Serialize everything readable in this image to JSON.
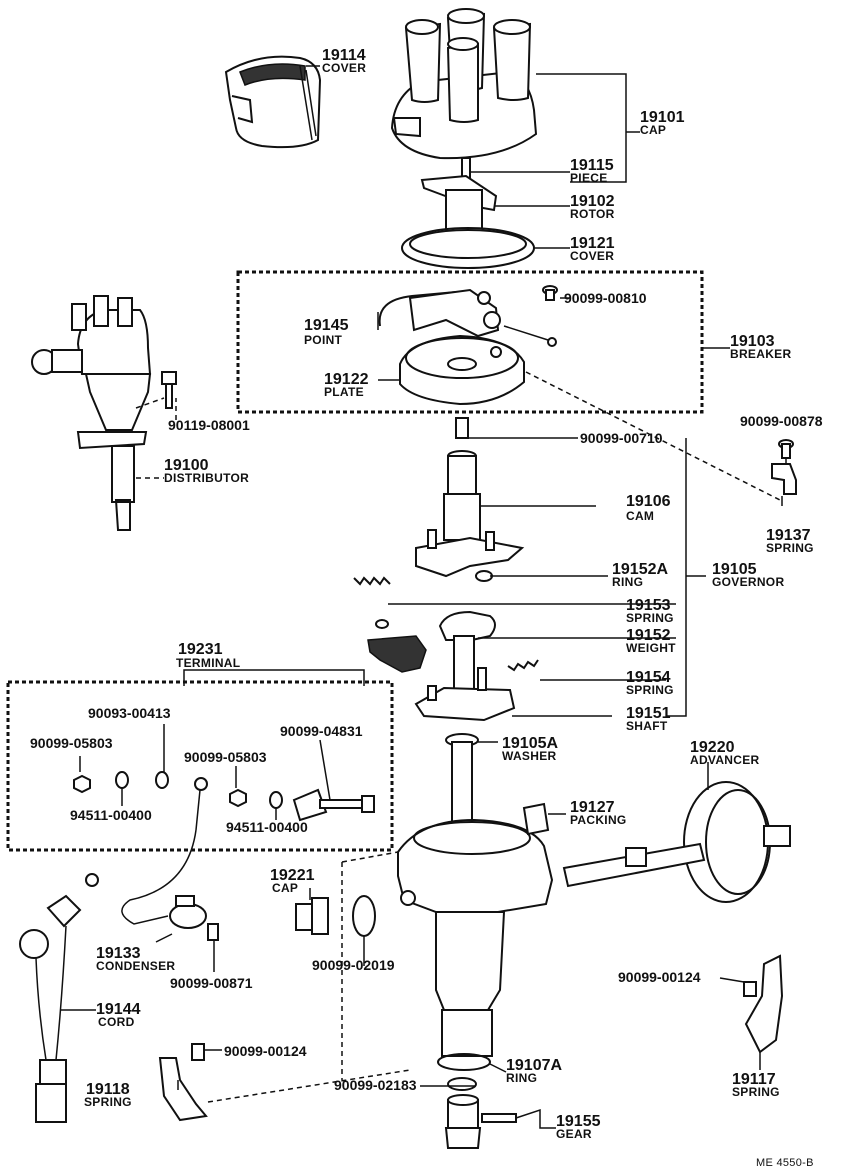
{
  "parts": {
    "p19114": {
      "number": "19114",
      "name": "COVER"
    },
    "p19101": {
      "number": "19101",
      "name": "CAP"
    },
    "p19115": {
      "number": "19115",
      "name": "PIECE"
    },
    "p19102": {
      "number": "19102",
      "name": "ROTOR"
    },
    "p19121": {
      "number": "19121",
      "name": "COVER"
    },
    "p19103": {
      "number": "19103",
      "name": "BREAKER"
    },
    "p19145": {
      "number": "19145",
      "name": "POINT"
    },
    "p19122": {
      "number": "19122",
      "name": "PLATE"
    },
    "p19100": {
      "number": "19100",
      "name": "DISTRIBUTOR"
    },
    "p19106": {
      "number": "19106",
      "name": "CAM"
    },
    "p19137": {
      "number": "19137",
      "name": "SPRING"
    },
    "p19152A": {
      "number": "19152A",
      "name": "RING"
    },
    "p19105": {
      "number": "19105",
      "name": "GOVERNOR"
    },
    "p19153": {
      "number": "19153",
      "name": "SPRING"
    },
    "p19152": {
      "number": "19152",
      "name": "WEIGHT"
    },
    "p19154": {
      "number": "19154",
      "name": "SPRING"
    },
    "p19151": {
      "number": "19151",
      "name": "SHAFT"
    },
    "p19231": {
      "number": "19231",
      "name": "TERMINAL"
    },
    "p19105A": {
      "number": "19105A",
      "name": "WASHER"
    },
    "p19220": {
      "number": "19220",
      "name": "ADVANCER"
    },
    "p19127": {
      "number": "19127",
      "name": "PACKING"
    },
    "p19221": {
      "number": "19221",
      "name": "CAP"
    },
    "p19133": {
      "number": "19133",
      "name": "CONDENSER"
    },
    "p19144": {
      "number": "19144",
      "name": "CORD"
    },
    "p19118": {
      "number": "19118",
      "name": "SPRING"
    },
    "p19107A": {
      "number": "19107A",
      "name": "RING"
    },
    "p19117": {
      "number": "19117",
      "name": "SPRING"
    },
    "p19155": {
      "number": "19155",
      "name": "GEAR"
    }
  },
  "refs": {
    "r1": "90099-00810",
    "r2": "90119-08001",
    "r3": "90099-00710",
    "r4": "90099-00878",
    "r5": "90093-00413",
    "r6": "90099-05803",
    "r7": "90099-04831",
    "r8": "90099-05803",
    "r9": "94511-00400",
    "r10": "94511-00400",
    "r11": "90099-00871",
    "r12": "90099-02019",
    "r13": "90099-00124",
    "r14": "90099-00124",
    "r15": "90099-02183"
  },
  "footer": {
    "code": "ME 4550-B"
  }
}
